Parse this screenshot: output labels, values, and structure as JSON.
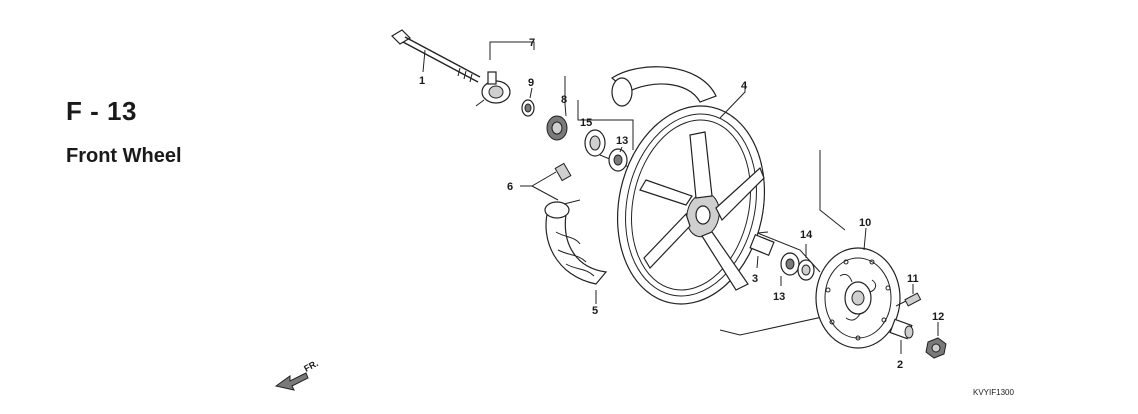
{
  "section": {
    "code": "F - 13",
    "title": "Front Wheel"
  },
  "callouts": {
    "c1": "1",
    "c2": "2",
    "c3": "3",
    "c4": "4",
    "c5": "5",
    "c6": "6",
    "c7": "7",
    "c8": "8",
    "c9": "9",
    "c10": "10",
    "c11": "11",
    "c12": "12",
    "c13a": "13",
    "c13b": "13",
    "c14": "14",
    "c15": "15"
  },
  "direction_marker": "FR.",
  "drawing_ref": "KVYIF1300"
}
